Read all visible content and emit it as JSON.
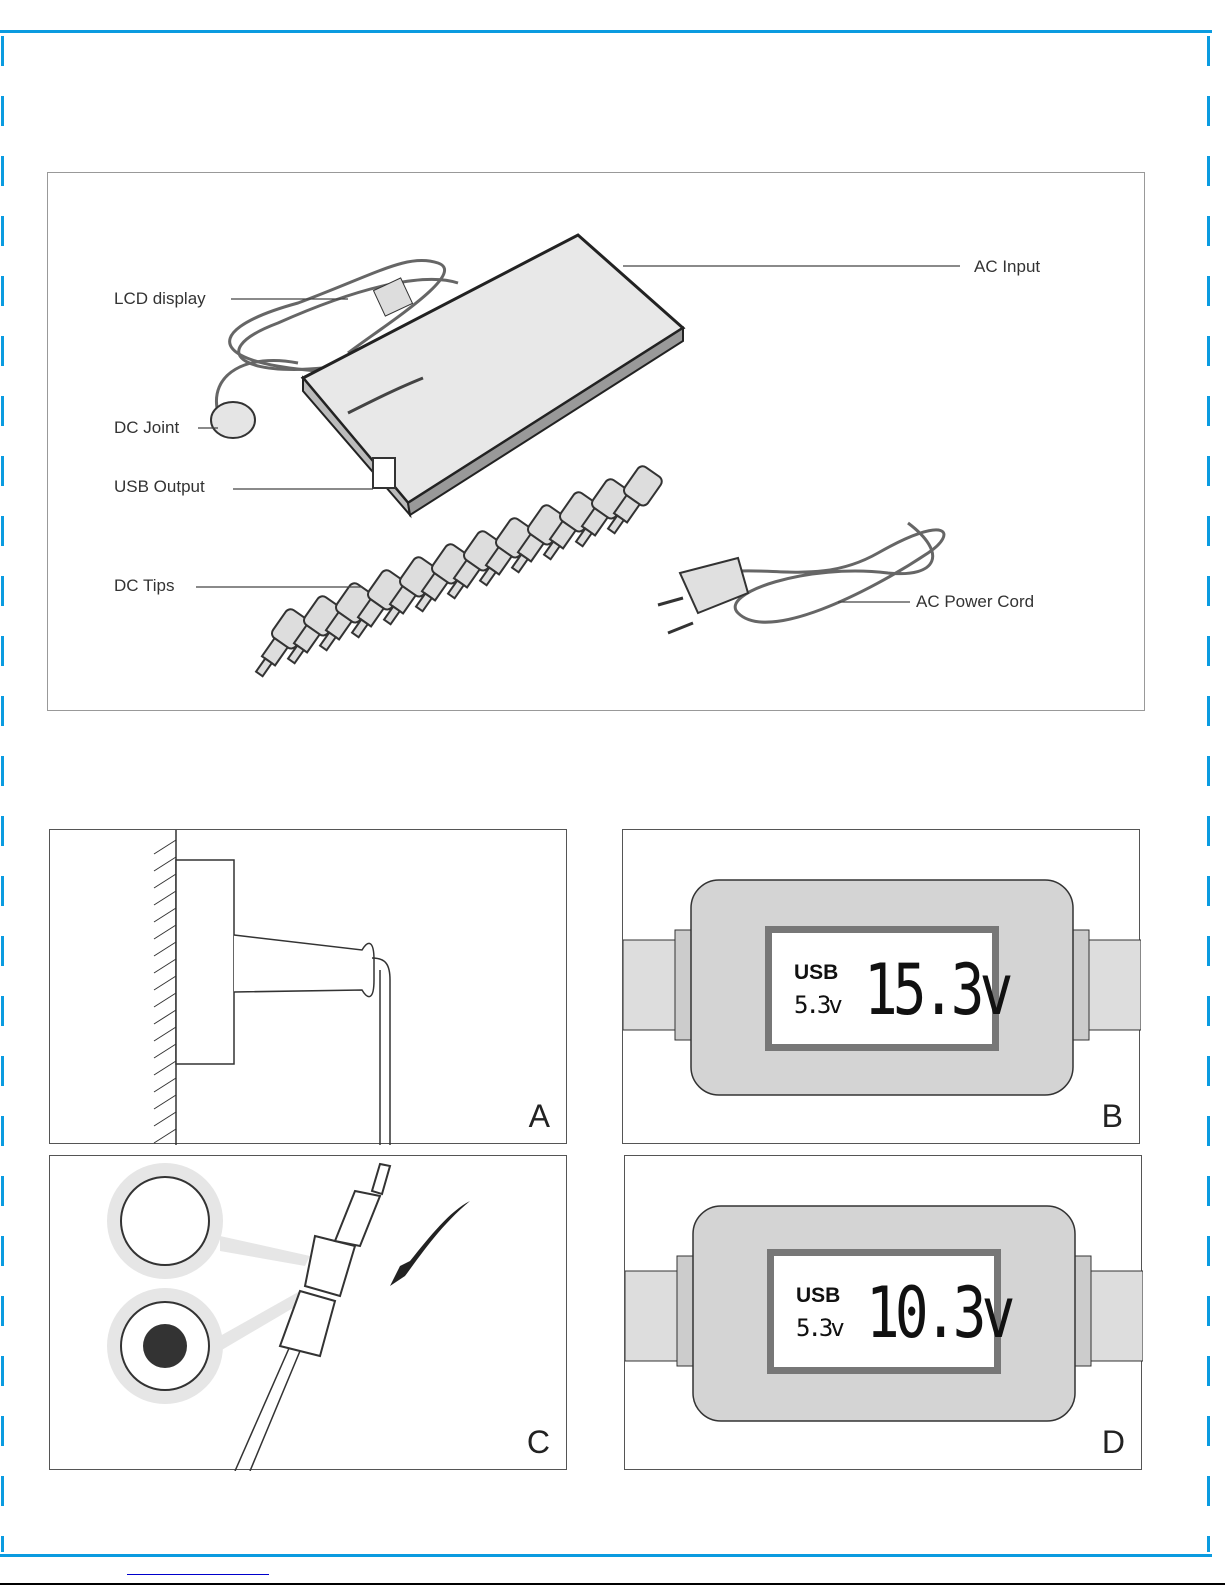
{
  "overview": {
    "labels": {
      "lcd_display": "LCD display",
      "dc_joint": "DC Joint",
      "usb_output": "USB Output",
      "dc_tips": "DC Tips",
      "ac_input": "AC Input",
      "ac_power_cord": "AC Power Cord"
    }
  },
  "figures": {
    "a": {
      "letter": "A"
    },
    "b": {
      "letter": "B",
      "usb_label": "USB",
      "usb_voltage": "5.3v",
      "output_voltage": "15.3v"
    },
    "c": {
      "letter": "C"
    },
    "d": {
      "letter": "D",
      "usb_label": "USB",
      "usb_voltage": "5.3v",
      "output_voltage": "10.3v"
    }
  },
  "colors": {
    "frame": "#0a9be0",
    "link": "#0000cc"
  }
}
